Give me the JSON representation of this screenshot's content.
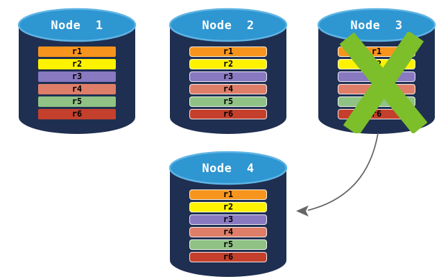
{
  "diagram": {
    "description": "Replica redistribution diagram: four database nodes each storing replicas r1-r6; Node 3 has failed (green X) and its data is transferred to Node 4 (curved arrow).",
    "nodes": [
      {
        "id": "node-1",
        "title": "Node  1",
        "failed": false
      },
      {
        "id": "node-2",
        "title": "Node  2",
        "failed": false
      },
      {
        "id": "node-3",
        "title": "Node  3",
        "failed": true
      },
      {
        "id": "node-4",
        "title": "Node  4",
        "failed": false
      }
    ],
    "rows": [
      {
        "label": "r1",
        "color": "#F7941D"
      },
      {
        "label": "r2",
        "color": "#FFF200"
      },
      {
        "label": "r3",
        "color": "#8879C1"
      },
      {
        "label": "r4",
        "color": "#DE7E68"
      },
      {
        "label": "r5",
        "color": "#8FC284"
      },
      {
        "label": "r6",
        "color": "#C4402C"
      }
    ],
    "colors": {
      "cylinder_body": "#1F2F51",
      "cylinder_top": "#2E96D1",
      "cylinder_top_rim": "#5FB4E4",
      "failure_x": "#7DBE2B",
      "arrow": "#666666",
      "title_text": "#FFFFFF",
      "bar_text": "#000000"
    }
  }
}
